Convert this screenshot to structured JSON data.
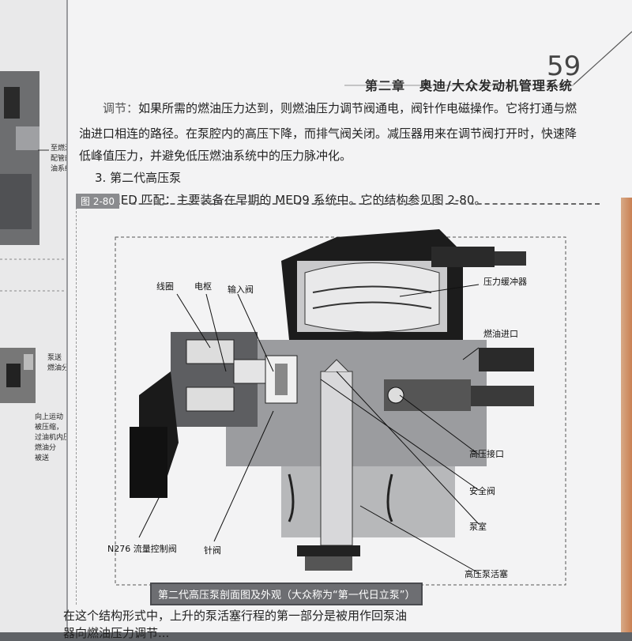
{
  "page": {
    "number": "59",
    "chapter_num": "第二章",
    "chapter_title": "奥迪/大众发动机管理系统"
  },
  "paragraphs": {
    "p1_label": "调节：",
    "p1_line1": "如果所需的燃油压力达到，则燃油压力调节阀通电，阀针作电磁操作。它将打通与燃",
    "p1_line2": "油进口相连的路径。在泵腔内的高压下降，而排气阀关闭。减压器用来在调节阀打开时，快速降",
    "p1_line3": "低峰值压力，并避免低压燃油系统中的压力脉冲化。",
    "section_heading": "3. 第二代高压泵",
    "p2": "与 MED 匹配：主要装备在早期的 MED9 系统中。它的结构参见图 2-80。",
    "p3_line1": "在这个结构形式中，上升的泵活塞行程的第一部分是被用作回泵油",
    "p3_line2": "器向燃油压力调节..."
  },
  "figure": {
    "tag": "图 2-80",
    "caption": "第二代高压泵剖面图及外观（大众称为“第一代日立泵”）",
    "labels": {
      "coil": "线圈",
      "armature": "电枢",
      "inlet_valve": "输入阀",
      "pressure_damper": "压力缓冲器",
      "fuel_inlet": "燃油进口",
      "high_pressure_port": "高压接口",
      "safety_valve": "安全阀",
      "pump_chamber": "泵室",
      "piston": "高压泵活塞",
      "needle_valve": "针阀",
      "n276": "N276 流量控制阀"
    }
  },
  "left_page": {
    "lines": [
      "至燃油分",
      "配管的燃",
      "油系统"
    ],
    "lines2": [
      "泵送",
      "燃油分"
    ],
    "lines3": [
      "向上运动",
      "被压缩，",
      "过油机内压",
      "燃油分",
      "被送"
    ]
  }
}
